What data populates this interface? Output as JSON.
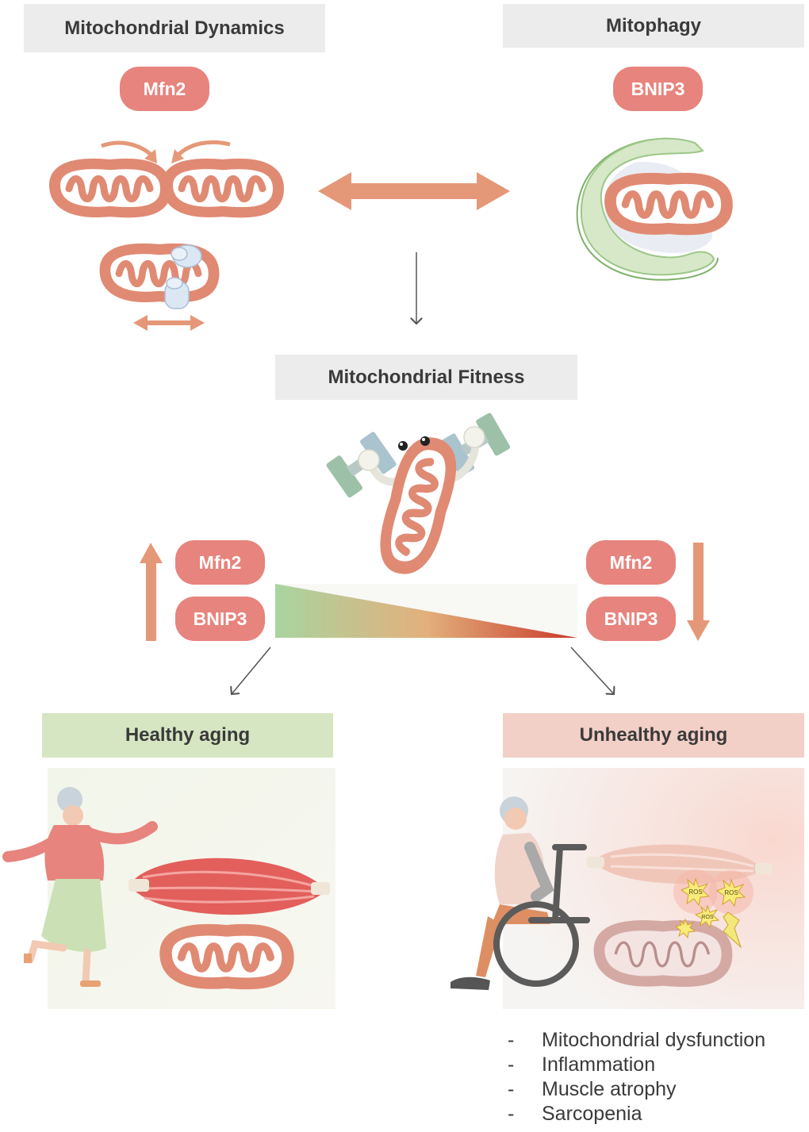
{
  "sections": {
    "dynamics": "Mitochondrial Dynamics",
    "mitophagy": "Mitophagy",
    "fitness": "Mitochondrial Fitness",
    "healthy": "Healthy aging",
    "unhealthy": "Unhealthy aging"
  },
  "markers": {
    "top_left": "Mfn2",
    "top_right": "BNIP3",
    "mid_left_1": "Mfn2",
    "mid_left_2": "BNIP3",
    "mid_right_1": "Mfn2",
    "mid_right_2": "BNIP3"
  },
  "ros_label": "ROS",
  "outcomes": [
    "Mitochondrial dysfunction",
    "Inflammation",
    "Muscle atrophy",
    "Sarcopenia"
  ],
  "bullet_char": "-",
  "colors": {
    "pill": "#e7847d",
    "arrow": "#e59878",
    "mito_outline": "#e08a73",
    "header_gray": "#ececec",
    "healthy_green": "#d6e6c2",
    "unhealthy_pink": "#f2cfc7"
  }
}
